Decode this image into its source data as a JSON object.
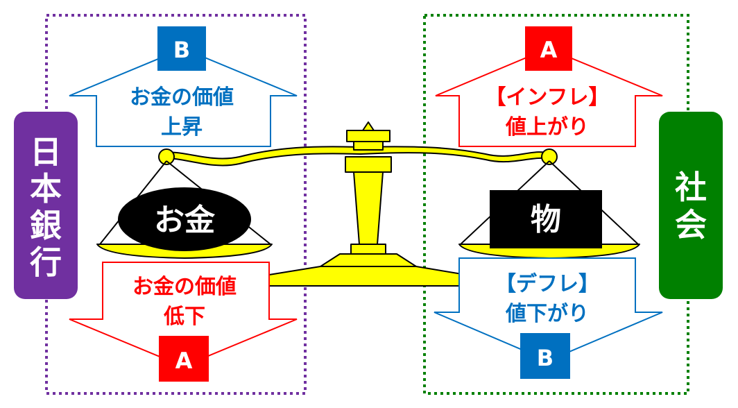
{
  "left_group": {
    "label": "日本銀行",
    "label_chars": [
      "日",
      "本",
      "銀",
      "行"
    ],
    "top_badge": "B",
    "up_arrow": {
      "line1": "お金の価値",
      "line2": "上昇"
    },
    "down_arrow": {
      "line1": "お金の価値",
      "line2": "低下"
    },
    "bottom_badge": "A"
  },
  "right_group": {
    "label": "社会",
    "label_chars": [
      "社",
      "会"
    ],
    "top_badge": "A",
    "up_arrow": {
      "line1": "【インフレ】",
      "line2": "値上がり"
    },
    "down_arrow": {
      "line1": "【デフレ】",
      "line2": "値下がり"
    },
    "bottom_badge": "B"
  },
  "scale": {
    "left_pan_label": "お金",
    "right_pan_label": "物"
  },
  "colors": {
    "purple": "#7030a0",
    "green": "#008000",
    "blue": "#0070c0",
    "red": "#ff0000",
    "scale_yellow": "#ffff00",
    "black": "#000000"
  }
}
